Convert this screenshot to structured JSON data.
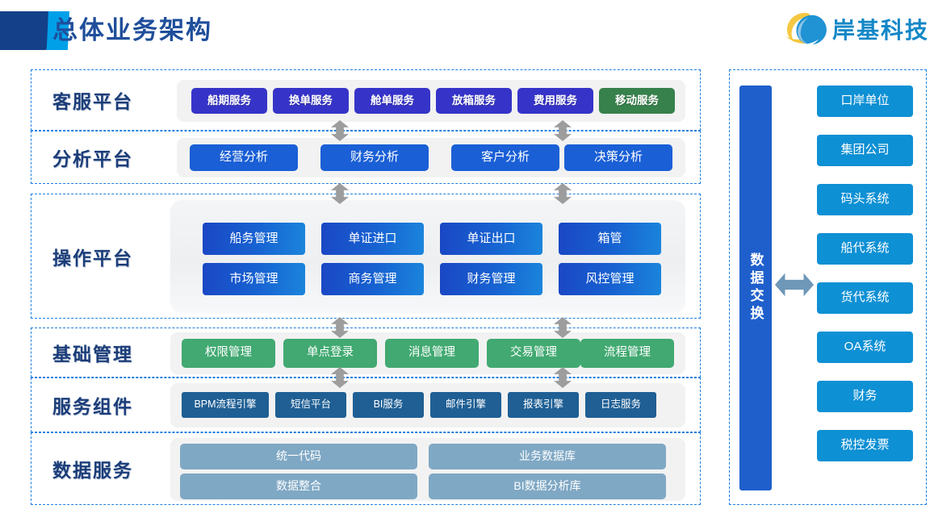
{
  "header": {
    "title": "总体业务架构",
    "logo_text": "岸基科技",
    "logo_icon": "swirl-wave-logo-icon",
    "accent_dark": "#134088",
    "accent_light": "#00A0E9",
    "title_color": "#1F4E9B",
    "logo_color": "#1287C6"
  },
  "layers": [
    {
      "id": "customer-service-platform",
      "label": "客服平台",
      "style": "purple",
      "items": [
        {
          "label": "船期服务",
          "style": "purple"
        },
        {
          "label": "换单服务",
          "style": "purple"
        },
        {
          "label": "舱单服务",
          "style": "purple"
        },
        {
          "label": "放箱服务",
          "style": "purple"
        },
        {
          "label": "费用服务",
          "style": "purple"
        },
        {
          "label": "移动服务",
          "style": "green-dark"
        }
      ]
    },
    {
      "id": "analysis-platform",
      "label": "分析平台",
      "style": "blue",
      "items": [
        {
          "label": "经营分析"
        },
        {
          "label": "财务分析"
        },
        {
          "label": "客户分析"
        },
        {
          "label": "决策分析"
        }
      ]
    },
    {
      "id": "operation-platform",
      "label": "操作平台",
      "style": "op-gradient",
      "items": [
        {
          "label": "船务管理"
        },
        {
          "label": "单证进口"
        },
        {
          "label": "单证出口"
        },
        {
          "label": "箱管"
        },
        {
          "label": "市场管理"
        },
        {
          "label": "商务管理"
        },
        {
          "label": "财务管理"
        },
        {
          "label": "风控管理"
        }
      ]
    },
    {
      "id": "basic-management",
      "label": "基础管理",
      "style": "green",
      "items": [
        {
          "label": "权限管理"
        },
        {
          "label": "单点登录"
        },
        {
          "label": "消息管理"
        },
        {
          "label": "交易管理"
        },
        {
          "label": "流程管理"
        }
      ]
    },
    {
      "id": "service-components",
      "label": "服务组件",
      "style": "steel",
      "items": [
        {
          "label": "BPM流程引擎"
        },
        {
          "label": "短信平台"
        },
        {
          "label": "BI服务"
        },
        {
          "label": "邮件引擎"
        },
        {
          "label": "报表引擎"
        },
        {
          "label": "日志服务"
        }
      ]
    },
    {
      "id": "data-services",
      "label": "数据服务",
      "style": "light-blue",
      "items": [
        {
          "label": "统一代码"
        },
        {
          "label": "业务数据库"
        },
        {
          "label": "数据整合"
        },
        {
          "label": "BI数据分析库"
        }
      ]
    }
  ],
  "exchange": {
    "label": "数据交换",
    "arrow_icon": "bidirectional-arrow-icon",
    "bar_color": "#1F5FCC",
    "arrow_color": "#6E97B8"
  },
  "external_systems": {
    "color": "#0E90D4",
    "items": [
      {
        "label": "口岸单位"
      },
      {
        "label": "集团公司"
      },
      {
        "label": "码头系统"
      },
      {
        "label": "船代系统"
      },
      {
        "label": "货代系统"
      },
      {
        "label": "OA系统"
      },
      {
        "label": "财务"
      },
      {
        "label": "税控发票"
      }
    ]
  },
  "connectors": {
    "icon": "vertical-double-arrow-icon",
    "color": "#9D9D9D",
    "count": 6
  }
}
